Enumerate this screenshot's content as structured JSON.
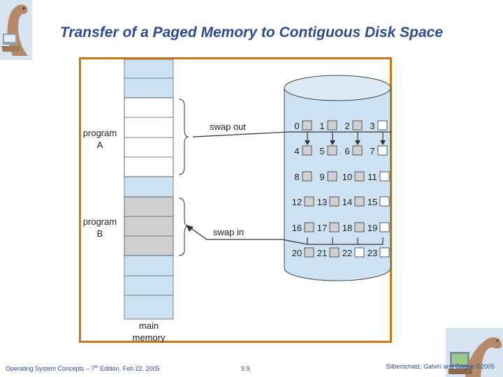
{
  "title": "Transfer of a Paged Memory to Contiguous Disk Space",
  "diagram": {
    "program_a_line1": "program",
    "program_a_line2": "A",
    "program_b_line1": "program",
    "program_b_line2": "B",
    "swap_out": "swap out",
    "swap_in": "swap in",
    "main_memory_line1": "main",
    "main_memory_line2": "memory",
    "disk_blocks": [
      "0",
      "1",
      "2",
      "3",
      "4",
      "5",
      "6",
      "7",
      "8",
      "9",
      "10",
      "11",
      "12",
      "13",
      "14",
      "15",
      "16",
      "17",
      "18",
      "19",
      "20",
      "21",
      "22",
      "23"
    ]
  },
  "footer": {
    "left_prefix": "Operating System Concepts – 7",
    "left_sup": "th",
    "left_suffix": " Edition, Feb 22, 2005",
    "page": "9.9",
    "right": "Silberschatz, Galvin and Gagne ©2005"
  },
  "colors": {
    "title": "#2f4b8e",
    "frame": "#c8751c",
    "memory": "#cde3f3",
    "program_b": "#d0d0d0",
    "disk": "#cde3f3"
  }
}
